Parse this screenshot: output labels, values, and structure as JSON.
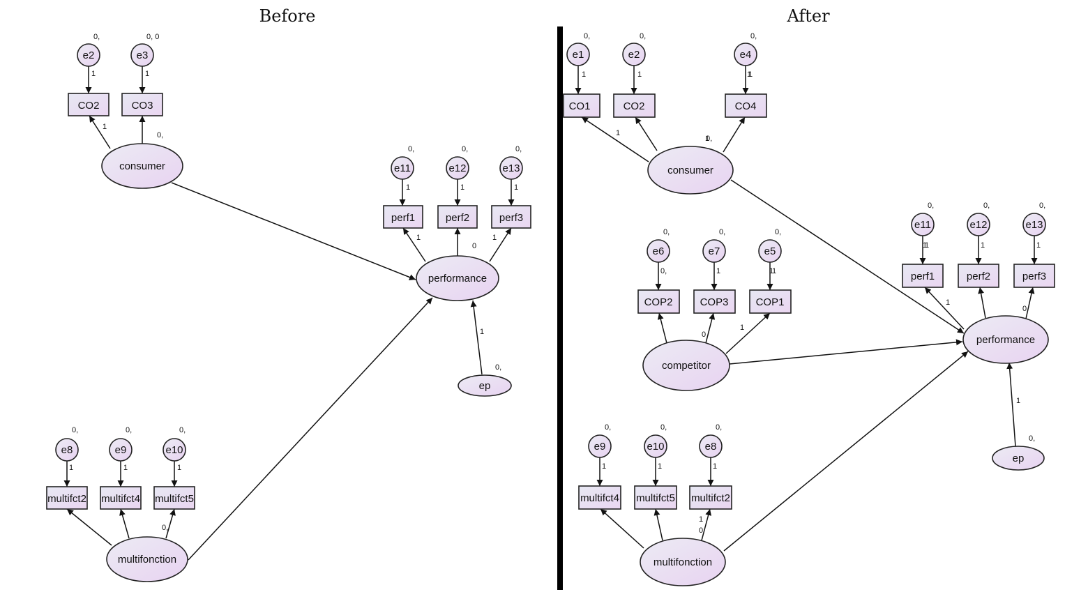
{
  "panels": {
    "before": {
      "title": "Before",
      "latents": [
        {
          "id": "consumer",
          "label": "consumer"
        },
        {
          "id": "performance",
          "label": "performance"
        },
        {
          "id": "multifonction",
          "label": "multifonction"
        },
        {
          "id": "ep",
          "label": "ep"
        }
      ],
      "observed": [
        {
          "id": "CO2",
          "label": "CO2"
        },
        {
          "id": "CO3",
          "label": "CO3"
        },
        {
          "id": "perf1",
          "label": "perf1"
        },
        {
          "id": "perf2",
          "label": "perf2"
        },
        {
          "id": "perf3",
          "label": "perf3"
        },
        {
          "id": "multifct2",
          "label": "multifct2"
        },
        {
          "id": "multifct4",
          "label": "multifct4"
        },
        {
          "id": "multifct5",
          "label": "multifct5"
        }
      ],
      "errors": [
        {
          "id": "e2",
          "label": "e2",
          "value": "0,"
        },
        {
          "id": "e3",
          "label": "e3",
          "value": "0, 0"
        },
        {
          "id": "e11",
          "label": "e11",
          "value": "0,"
        },
        {
          "id": "e12",
          "label": "e12",
          "value": "0,"
        },
        {
          "id": "e13",
          "label": "e13",
          "value": "0,"
        },
        {
          "id": "e8",
          "label": "e8",
          "value": "0,"
        },
        {
          "id": "e9",
          "label": "e9",
          "value": "0,"
        },
        {
          "id": "e10",
          "label": "e10",
          "value": "0,"
        }
      ],
      "annotations": [
        "1",
        "1",
        "0,",
        "1",
        "1",
        "1",
        "1",
        "1",
        "0",
        "1",
        "0,",
        "1",
        "1",
        "1",
        "1",
        "0,"
      ]
    },
    "after": {
      "title": "After",
      "latents": [
        {
          "id": "consumer",
          "label": "consumer"
        },
        {
          "id": "competitor",
          "label": "competitor"
        },
        {
          "id": "performance",
          "label": "performance"
        },
        {
          "id": "multifonction",
          "label": "multifonction"
        },
        {
          "id": "ep",
          "label": "ep"
        }
      ],
      "observed": [
        {
          "id": "CO1",
          "label": "CO1"
        },
        {
          "id": "CO2",
          "label": "CO2"
        },
        {
          "id": "CO4",
          "label": "CO4"
        },
        {
          "id": "COP2",
          "label": "COP2"
        },
        {
          "id": "COP3",
          "label": "COP3"
        },
        {
          "id": "COP1",
          "label": "COP1"
        },
        {
          "id": "perf1",
          "label": "perf1"
        },
        {
          "id": "perf2",
          "label": "perf2"
        },
        {
          "id": "perf3",
          "label": "perf3"
        },
        {
          "id": "multifct4",
          "label": "multifct4"
        },
        {
          "id": "multifct5",
          "label": "multifct5"
        },
        {
          "id": "multifct2",
          "label": "multifct2"
        }
      ],
      "errors": [
        {
          "id": "e1",
          "label": "e1",
          "value": "0,"
        },
        {
          "id": "e2",
          "label": "e2",
          "value": "0,"
        },
        {
          "id": "e4",
          "label": "e4",
          "value": "0,"
        },
        {
          "id": "e6",
          "label": "e6",
          "value": "0,"
        },
        {
          "id": "e7",
          "label": "e7",
          "value": "0,"
        },
        {
          "id": "e5",
          "label": "e5",
          "value": "0,"
        },
        {
          "id": "e11",
          "label": "e11",
          "value": "0,"
        },
        {
          "id": "e12",
          "label": "e12",
          "value": "0,"
        },
        {
          "id": "e13",
          "label": "e13",
          "value": "0,"
        },
        {
          "id": "e9",
          "label": "e9",
          "value": "0,"
        },
        {
          "id": "e10",
          "label": "e10",
          "value": "0,"
        },
        {
          "id": "e8",
          "label": "e8",
          "value": "0,"
        }
      ],
      "annotations": [
        "1",
        "1",
        "1",
        "1",
        "1",
        "0,",
        "1",
        "1",
        "1",
        "0",
        "1",
        "1",
        "1",
        "1",
        "1",
        "1",
        "1",
        "1",
        "1",
        "0",
        "0",
        "1",
        "1",
        "0,",
        "1",
        "0,"
      ]
    }
  },
  "colors": {
    "node_fill_start": "#ece8f4",
    "node_fill_end": "#e6d2f0",
    "stroke": "#222222",
    "divider": "#000000"
  }
}
